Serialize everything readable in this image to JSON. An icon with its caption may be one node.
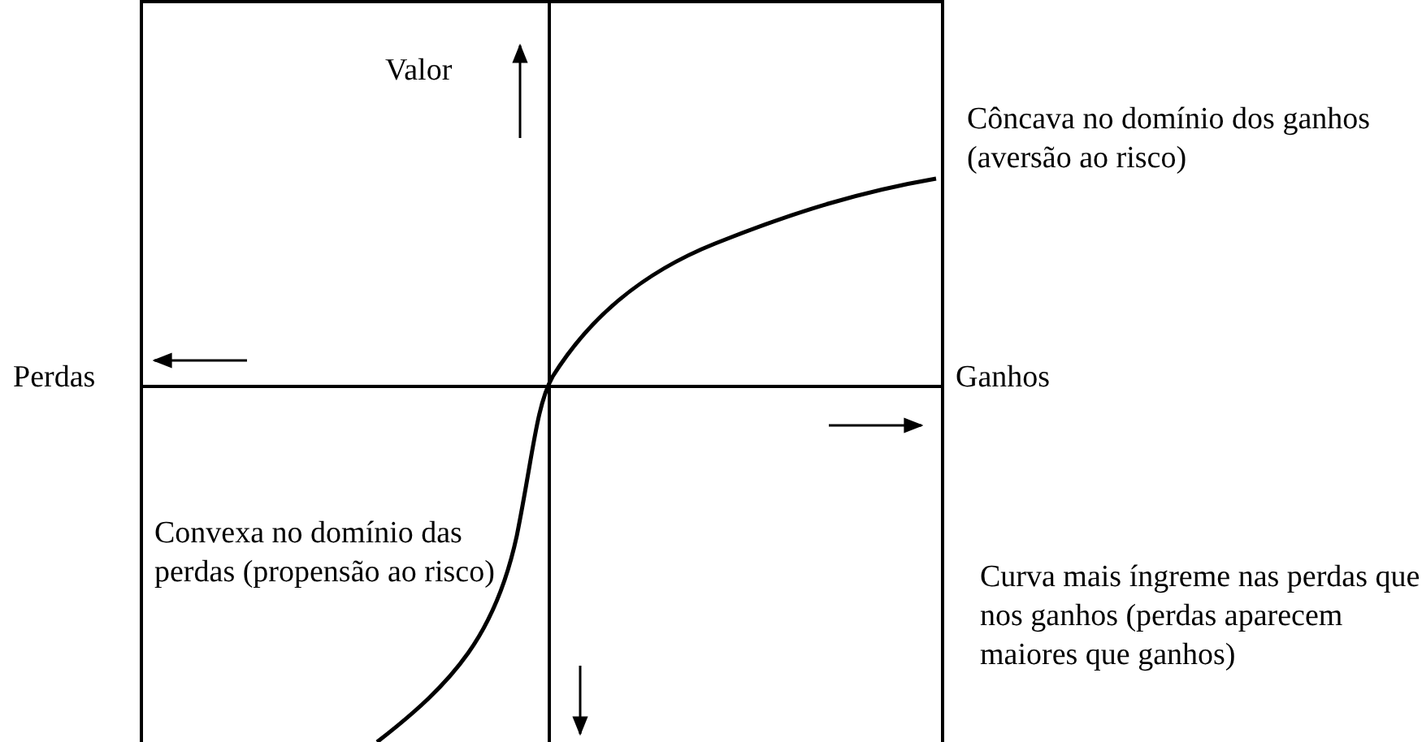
{
  "diagram": {
    "labels": [
      "Valor",
      "Côncava no domínio dos ganhos (aversão ao risco)",
      "Perdas",
      "Ganhos",
      "Convexa no domínio das perdas (propensão ao risco)",
      "Curva mais íngreme nas perdas que nos ganhos (perdas aparecem maiores que ganhos)"
    ]
  }
}
